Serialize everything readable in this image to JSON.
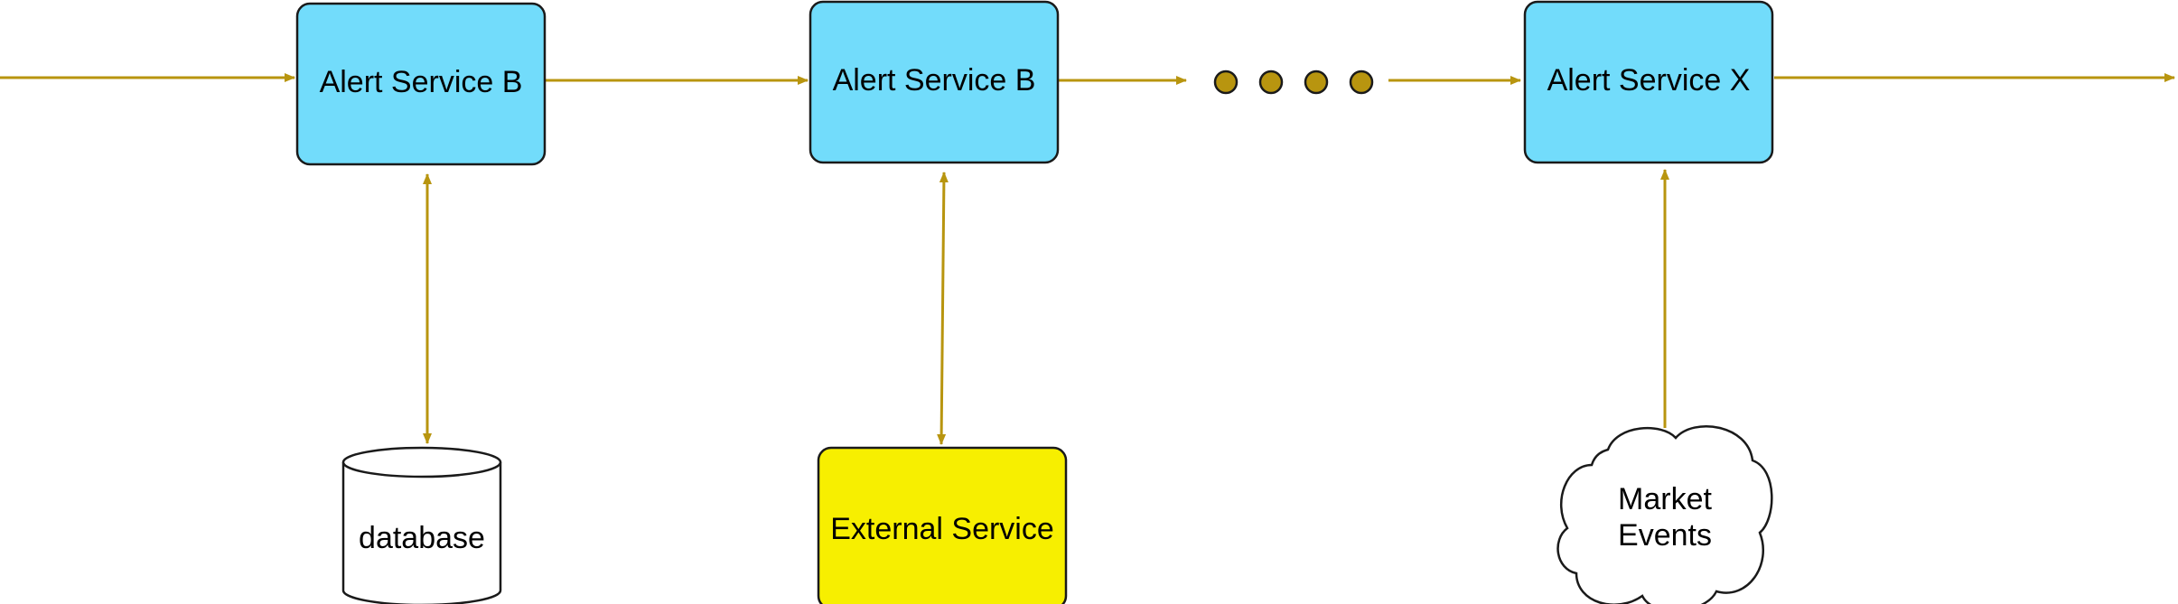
{
  "colors": {
    "service_fill": "#72dcfb",
    "external_fill": "#f7ef00",
    "flow": "#b8950f",
    "dot_fill": "#b8950f",
    "outline": "#1a1a1a"
  },
  "services": {
    "first": {
      "label": "Alert Service B"
    },
    "second": {
      "label": "Alert Service B"
    },
    "last": {
      "label": "Alert Service X"
    }
  },
  "resources": {
    "database": {
      "label": "database",
      "icon": "database-cylinder-icon"
    },
    "external": {
      "label": "External Service"
    },
    "market": {
      "line1": "Market",
      "line2": "Events",
      "icon": "cloud-icon"
    }
  },
  "continuation": {
    "dot_count": 4
  }
}
